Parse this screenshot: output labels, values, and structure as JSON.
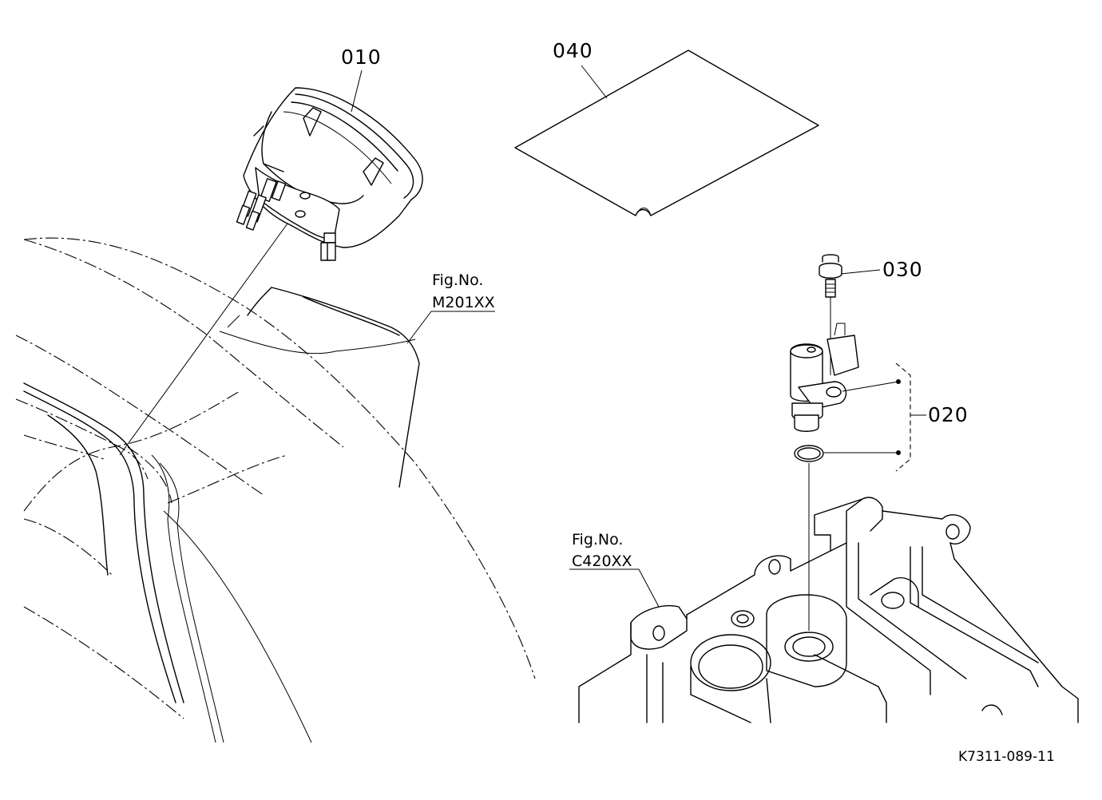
{
  "callouts": {
    "c010": "010",
    "c020": "020",
    "c030": "030",
    "c040": "040"
  },
  "fig_refs": {
    "m201": {
      "line1": "Fig.No.",
      "line2": "M201XX"
    },
    "c420": {
      "line1": "Fig.No.",
      "line2": "C420XX"
    }
  },
  "drawing_code": "K7311-089-11"
}
